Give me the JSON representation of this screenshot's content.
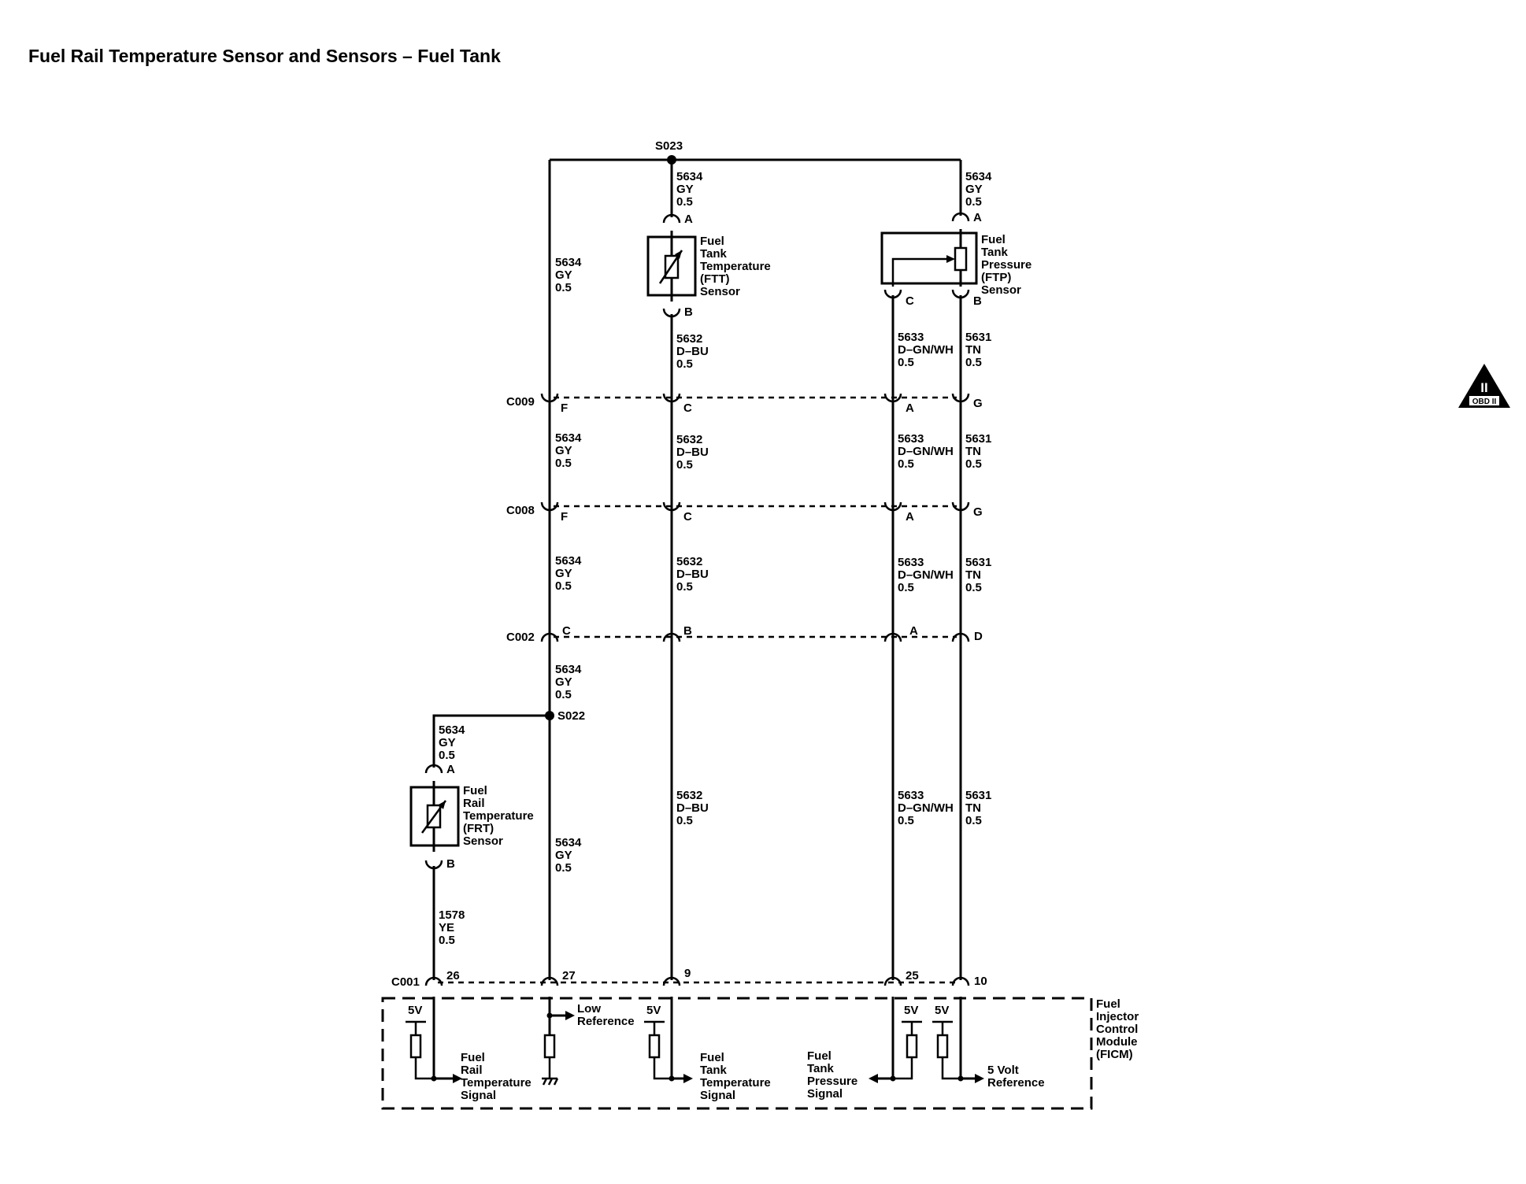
{
  "title": "Fuel Rail Temperature Sensor and Sensors – Fuel Tank",
  "splices": [
    "S023",
    "S022"
  ],
  "connectors": [
    "C009",
    "C008",
    "C002",
    "C001"
  ],
  "pins": {
    "c009": [
      "F",
      "C",
      "A",
      "G"
    ],
    "c008": [
      "F",
      "C",
      "A",
      "G"
    ],
    "c002": [
      "C",
      "B",
      "A",
      "D"
    ],
    "c001": [
      "26",
      "27",
      "9",
      "25",
      "10"
    ],
    "ftt": [
      "A",
      "B"
    ],
    "ftp": [
      "A",
      "C",
      "B"
    ],
    "frt": [
      "A",
      "B"
    ]
  },
  "wires": {
    "gy": [
      "5634",
      "GY",
      "0.5"
    ],
    "dbu": [
      "5632",
      "D–BU",
      "0.5"
    ],
    "dgnwh": [
      "5633",
      "D–GN/WH",
      "0.5"
    ],
    "tn": [
      "5631",
      "TN",
      "0.5"
    ],
    "ye": [
      "1578",
      "YE",
      "0.5"
    ]
  },
  "components": {
    "ftt": [
      "Fuel",
      "Tank",
      "Temperature",
      "(FTT)",
      "Sensor"
    ],
    "ftp": [
      "Fuel",
      "Tank",
      "Pressure",
      "(FTP)",
      "Sensor"
    ],
    "frt": [
      "Fuel",
      "Rail",
      "Temperature",
      "(FRT)",
      "Sensor"
    ],
    "ficm": [
      "Fuel",
      "Injector",
      "Control",
      "Module",
      "(FICM)"
    ]
  },
  "module_labels": {
    "voltage": "5V",
    "frt_signal": [
      "Fuel",
      "Rail",
      "Temperature",
      "Signal"
    ],
    "low_ref": [
      "Low",
      "Reference"
    ],
    "ftt_signal": [
      "Fuel",
      "Tank",
      "Temperature",
      "Signal"
    ],
    "ftp_signal": [
      "Fuel",
      "Tank",
      "Pressure",
      "Signal"
    ],
    "ref_5v": [
      "5 Volt",
      "Reference"
    ]
  },
  "badge": {
    "symbol": "II",
    "text": "OBD II"
  }
}
